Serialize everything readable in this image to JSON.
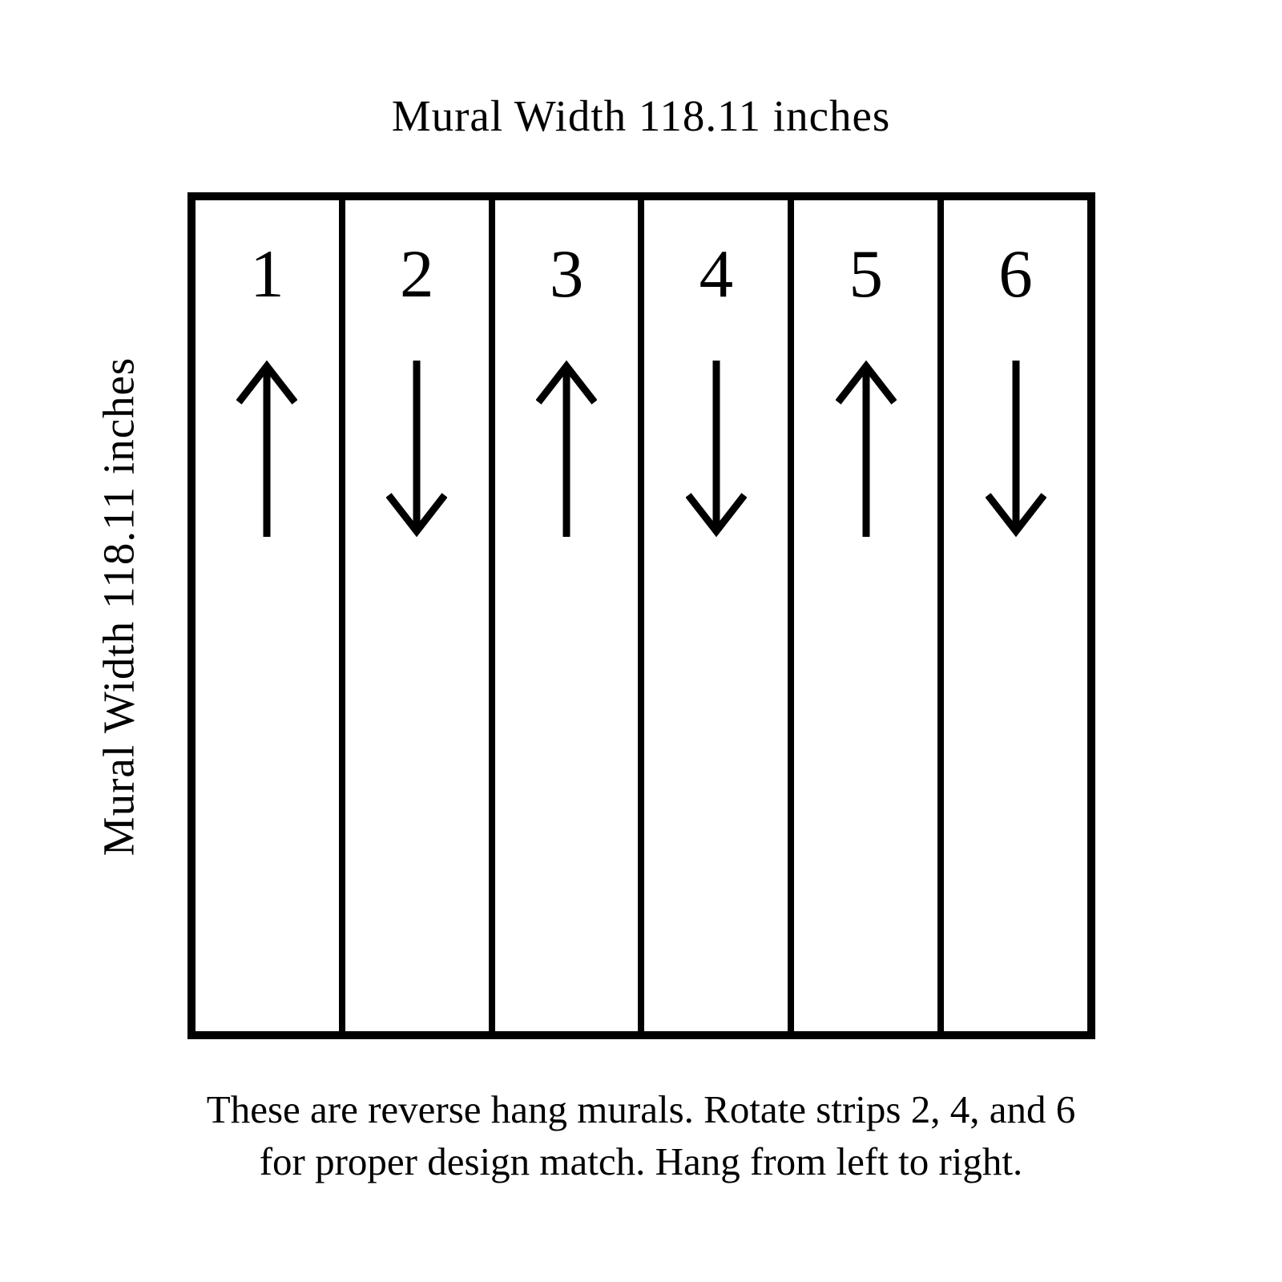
{
  "page": {
    "background_color": "#ffffff",
    "ink_color": "#000000"
  },
  "top_label": "Mural Width 118.11 inches",
  "left_label": "Mural Width 118.11 inches",
  "mural": {
    "strips": [
      {
        "number": "1",
        "arrow": "up"
      },
      {
        "number": "2",
        "arrow": "down"
      },
      {
        "number": "3",
        "arrow": "up"
      },
      {
        "number": "4",
        "arrow": "down"
      },
      {
        "number": "5",
        "arrow": "up"
      },
      {
        "number": "6",
        "arrow": "down"
      }
    ]
  },
  "note": {
    "line1": "These are reverse hang murals. Rotate strips 2, 4, and 6",
    "line2": "for proper design match. Hang from left to right."
  }
}
